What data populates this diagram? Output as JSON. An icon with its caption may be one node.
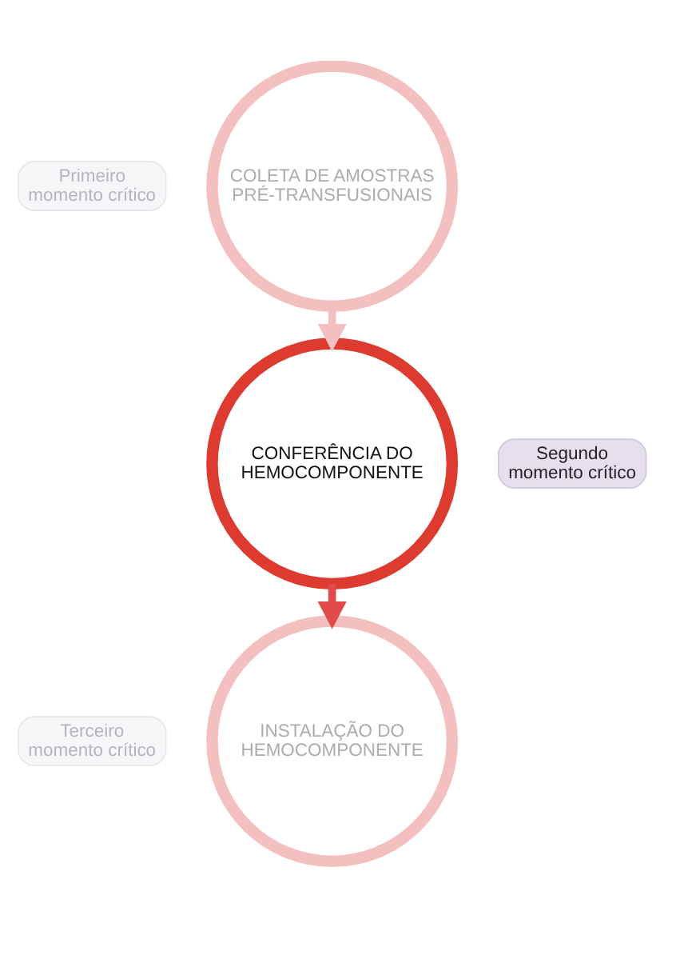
{
  "diagram": {
    "nodes": [
      {
        "text": [
          "Primeiro momento crítico"
        ]
      },
      {
        "text": [
          "COLETA DE AMOSTRAS PRÉ-TRANSFUSIONAIS"
        ]
      },
      {
        "text": [
          "CONFERÊNCIA DO HEMOCOMPONENTE"
        ]
      },
      {
        "text": [
          "Segundo momento crítico"
        ]
      },
      {
        "text": [
          "Terceiro momento crítico"
        ]
      },
      {
        "text": [
          "INSTALAÇÃO DO HEMOCOMPONENTE"
        ]
      }
    ],
    "edges": [
      {
        "from": 1,
        "to": 2,
        "arrow": "to",
        "color": "#f4c0bf"
      },
      {
        "from": 2,
        "to": 5,
        "arrow": "to",
        "color": "#e04a4a"
      }
    ]
  }
}
